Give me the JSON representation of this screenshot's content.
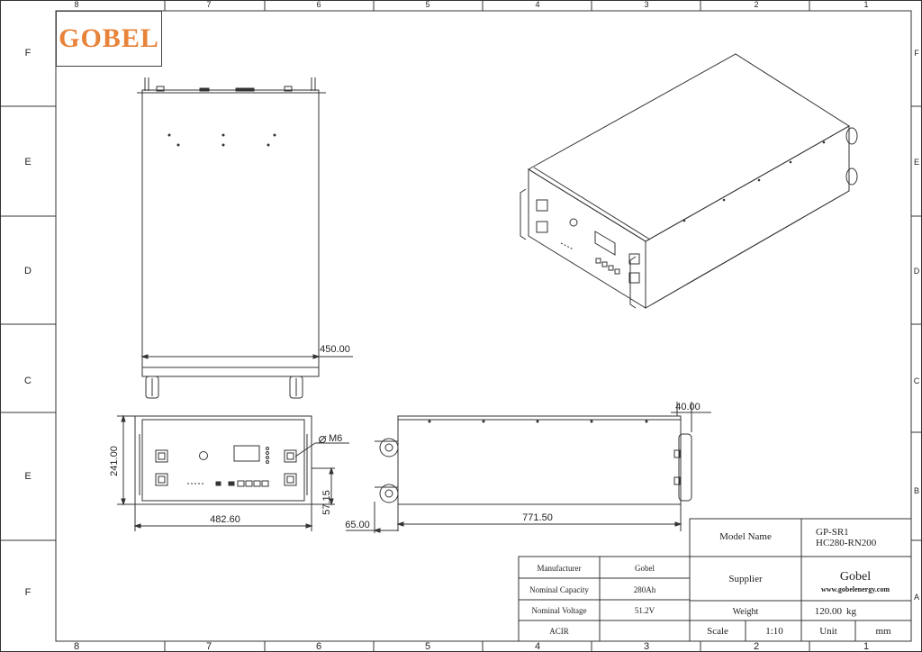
{
  "brand": {
    "logo_text": "GOBEL"
  },
  "border": {
    "columns": [
      "8",
      "7",
      "6",
      "5",
      "4",
      "3",
      "2",
      "1"
    ],
    "rows_left": [
      "F",
      "E",
      "D",
      "C",
      "E",
      "F"
    ],
    "rows_right": [
      "F",
      "E",
      "D",
      "C",
      "B",
      "A"
    ]
  },
  "dimensions": {
    "top_width": "450.00",
    "front_height": "241.00",
    "front_width": "482.60",
    "thread": "M6",
    "front_bottom": "57.15",
    "side_offset": "65.00",
    "side_length": "771.50",
    "handle_depth": "40.00"
  },
  "title_block": {
    "model_name_label": "Model Name",
    "model_line1": "GP-SR1",
    "model_line2": "HC280-RN200",
    "supplier_label": "Supplier",
    "supplier_name": "Gobel",
    "supplier_url": "www.gobelenergy.com",
    "weight_label": "Weight",
    "weight_value": "120.00",
    "weight_unit": "kg",
    "scale_label": "Scale",
    "scale_value": "1:10",
    "unit_label": "Unit",
    "unit_value": "mm",
    "manufacturer_label": "Manufacturer",
    "manufacturer_value": "Gobel",
    "capacity_label": "Nominal Capacity",
    "capacity_value": "280Ah",
    "voltage_label": "Nominal Voltage",
    "voltage_value": "51.2V",
    "acir_label": "ACIR",
    "acir_value": ""
  }
}
